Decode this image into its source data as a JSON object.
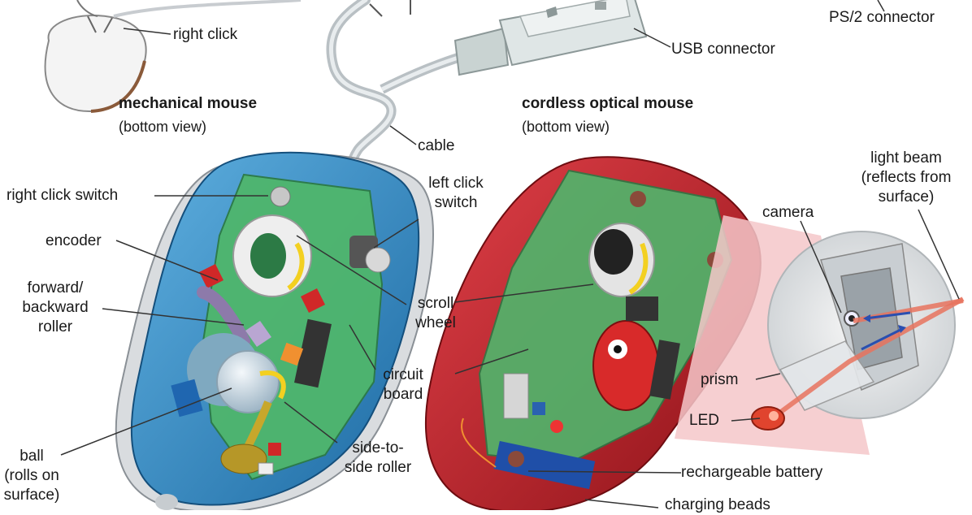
{
  "labels": {
    "ps2_connector": "PS/2 connector",
    "usb_connector": "USB connector",
    "right_click_top": "right click",
    "cable": "cable",
    "right_click_switch": "right click switch",
    "left_click_switch": [
      "left click",
      "switch"
    ],
    "encoder": "encoder",
    "forward_backward_roller": [
      "forward/",
      "backward",
      "roller"
    ],
    "scroll_wheel": [
      "scroll",
      "wheel"
    ],
    "circuit_board": [
      "circuit",
      "board"
    ],
    "ball": [
      "ball",
      "(rolls on",
      "surface)"
    ],
    "side_to_side_roller": [
      "side-to-",
      "side roller"
    ],
    "camera": "camera",
    "light_beam": [
      "light beam",
      "(reflects from",
      "surface)"
    ],
    "prism": "prism",
    "led": "LED",
    "rechargeable_battery": "rechargeable battery",
    "charging_beads": "charging beads"
  },
  "captions": {
    "mechanical_title": "mechanical mouse",
    "mechanical_sub": "(bottom view)",
    "cordless_title": "cordless optical mouse",
    "cordless_sub": "(bottom view)"
  },
  "colors": {
    "mechanical_shell": "#2f86c4",
    "optical_shell": "#c2222a",
    "circuit_green": "#4fb66c",
    "zoom_pink": "#f4c7c9"
  }
}
